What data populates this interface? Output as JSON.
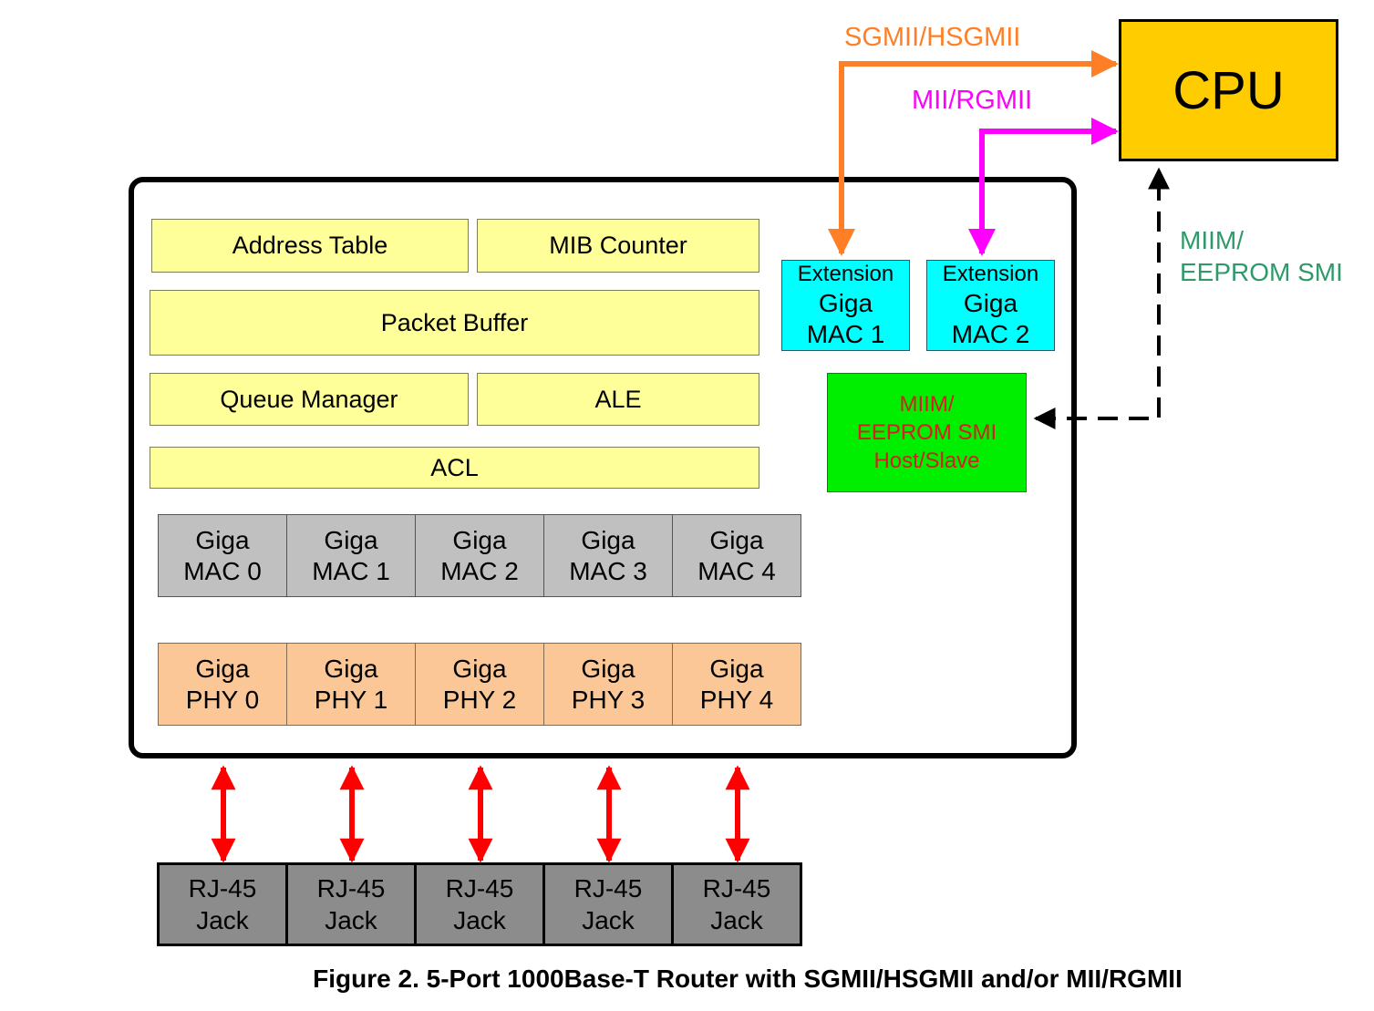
{
  "cpu": {
    "label": "CPU"
  },
  "links": {
    "sgmii": "SGMII/HSGMII",
    "mii": "MII/RGMII",
    "miim_line1": "MIIM/",
    "miim_line2": "EEPROM SMI"
  },
  "blocks": {
    "address_table": "Address Table",
    "mib_counter": "MIB Counter",
    "packet_buffer": "Packet Buffer",
    "queue_manager": "Queue Manager",
    "ale": "ALE",
    "acl": "ACL"
  },
  "ext_mac": [
    {
      "line1": "Extension",
      "line2": "Giga",
      "line3": "MAC 1"
    },
    {
      "line1": "Extension",
      "line2": "Giga",
      "line3": "MAC 2"
    }
  ],
  "smi": {
    "line1": "MIIM/",
    "line2": "EEPROM SMI",
    "line3": "Host/Slave"
  },
  "macs": [
    {
      "line1": "Giga",
      "line2": "MAC 0"
    },
    {
      "line1": "Giga",
      "line2": "MAC 1"
    },
    {
      "line1": "Giga",
      "line2": "MAC 2"
    },
    {
      "line1": "Giga",
      "line2": "MAC 3"
    },
    {
      "line1": "Giga",
      "line2": "MAC 4"
    }
  ],
  "phys": [
    {
      "line1": "Giga",
      "line2": "PHY 0"
    },
    {
      "line1": "Giga",
      "line2": "PHY 1"
    },
    {
      "line1": "Giga",
      "line2": "PHY 2"
    },
    {
      "line1": "Giga",
      "line2": "PHY 3"
    },
    {
      "line1": "Giga",
      "line2": "PHY 4"
    }
  ],
  "jacks": [
    {
      "line1": "RJ-45",
      "line2": "Jack"
    },
    {
      "line1": "RJ-45",
      "line2": "Jack"
    },
    {
      "line1": "RJ-45",
      "line2": "Jack"
    },
    {
      "line1": "RJ-45",
      "line2": "Jack"
    },
    {
      "line1": "RJ-45",
      "line2": "Jack"
    }
  ],
  "caption": "Figure 2.   5-Port 1000Base-T Router with SGMII/HSGMII and/or MII/RGMII",
  "colors": {
    "sgmii": "#ff7f27",
    "mii": "#ff00ff",
    "miim": "#2e9a6a",
    "port_link": "#ff0000"
  }
}
